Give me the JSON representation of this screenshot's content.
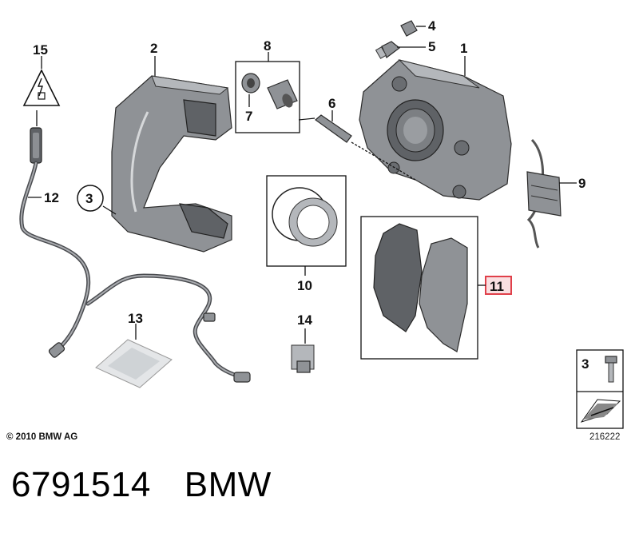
{
  "labels": {
    "p1": "1",
    "p2": "2",
    "p3": "3",
    "p4": "4",
    "p5": "5",
    "p6": "6",
    "p7": "7",
    "p8": "8",
    "p9": "9",
    "p10": "10",
    "p11": "11",
    "p12": "12",
    "p13": "13",
    "p14": "14",
    "p15": "15"
  },
  "legend": {
    "number": "3"
  },
  "copyright": "© 2010 BMW AG",
  "diagram_code": "216222",
  "footer": {
    "part_number": "6791514",
    "brand": "BMW"
  },
  "highlight_color": "#e0404a"
}
